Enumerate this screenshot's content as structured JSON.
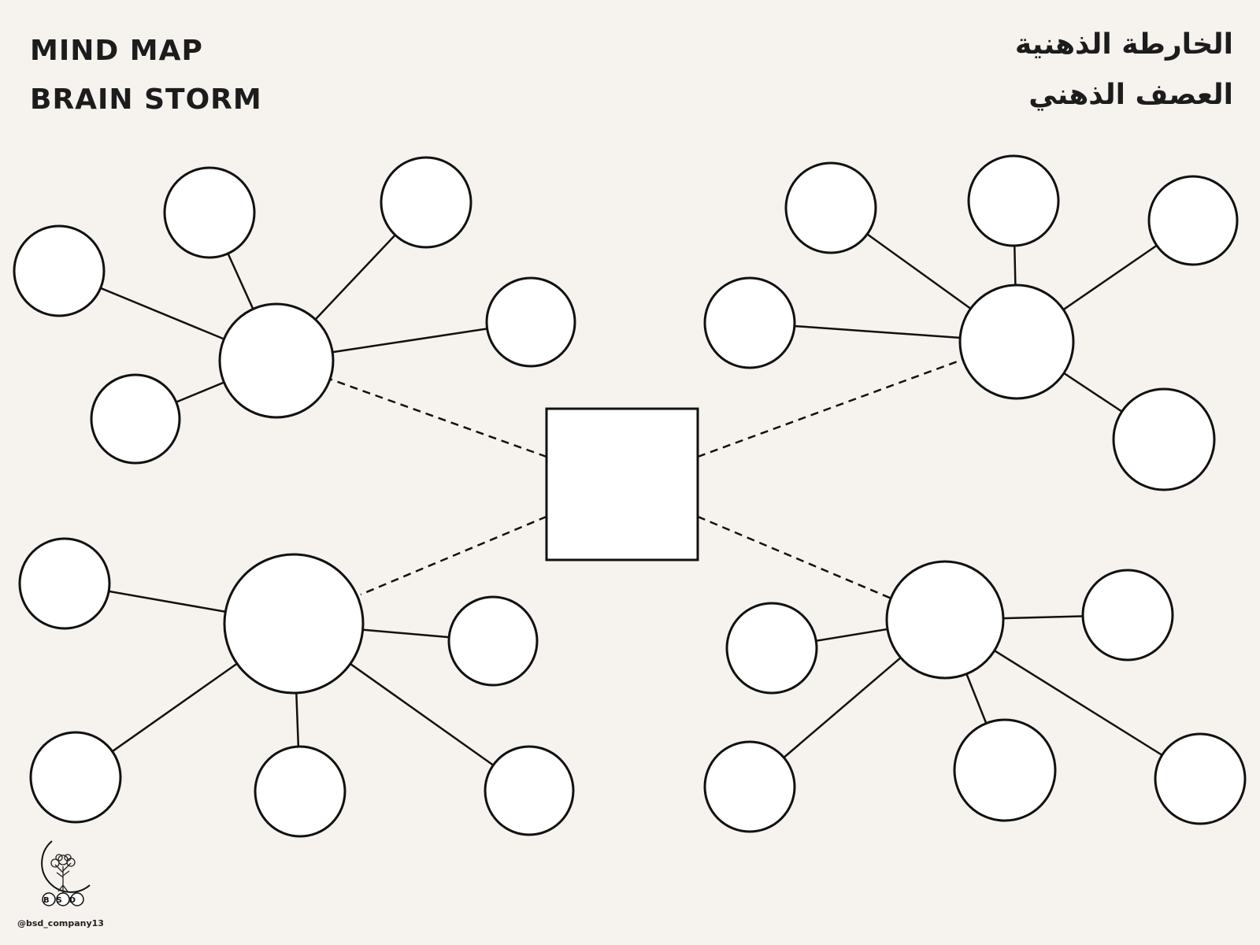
{
  "header": {
    "title_en_1": "MIND MAP",
    "title_en_2": "BRAIN STORM",
    "title_ar_1": "الخارطة الذهنية",
    "title_ar_2": "العصف الذهني"
  },
  "footer": {
    "logo_text": "BSD",
    "handle": "@bsd_company13"
  },
  "colors": {
    "background": "#f6f2ee",
    "stroke": "#111111",
    "fill": "#ffffff"
  }
}
